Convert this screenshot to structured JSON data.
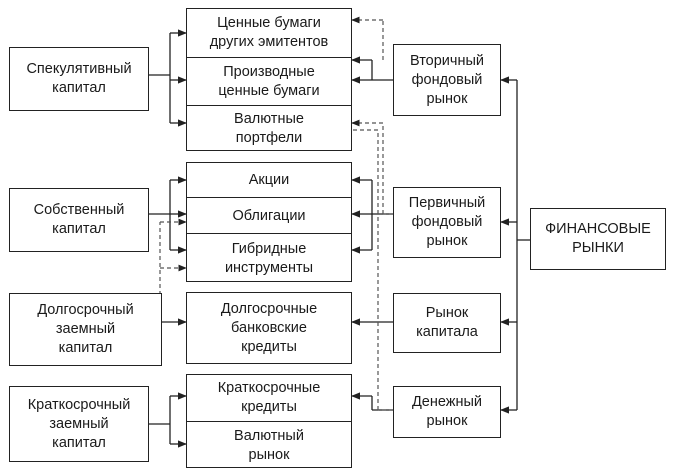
{
  "capitals": {
    "speculative": "Спекулятивный\nкапитал",
    "own": "Собственный\nкапитал",
    "long_term": "Долгосрочный\nзаемный\nкапитал",
    "short_term": "Краткосрочный\nзаемный\nкапитал"
  },
  "instruments": {
    "other_issuers": "Ценные бумаги\nдругих эмитентов",
    "derivatives": "Производные\nценные бумаги",
    "currency_portfolios": "Валютные\nпортфели",
    "shares": "Акции",
    "bonds": "Облигации",
    "hybrid": "Гибридные\nинструменты",
    "long_bank_credits": "Долгосрочные\nбанковские\nкредиты",
    "short_credits": "Краткосрочные\nкредиты",
    "currency_market": "Валютный\nрынок"
  },
  "markets": {
    "secondary": "Вторичный\nфондовый\nрынок",
    "primary": "Первичный\nфондовый\nрынок",
    "capital_market": "Рынок\nкапитала",
    "money_market": "Денежный\nрынок",
    "financial_markets": "ФИНАНСОВЫЕ\nРЫНКИ"
  }
}
